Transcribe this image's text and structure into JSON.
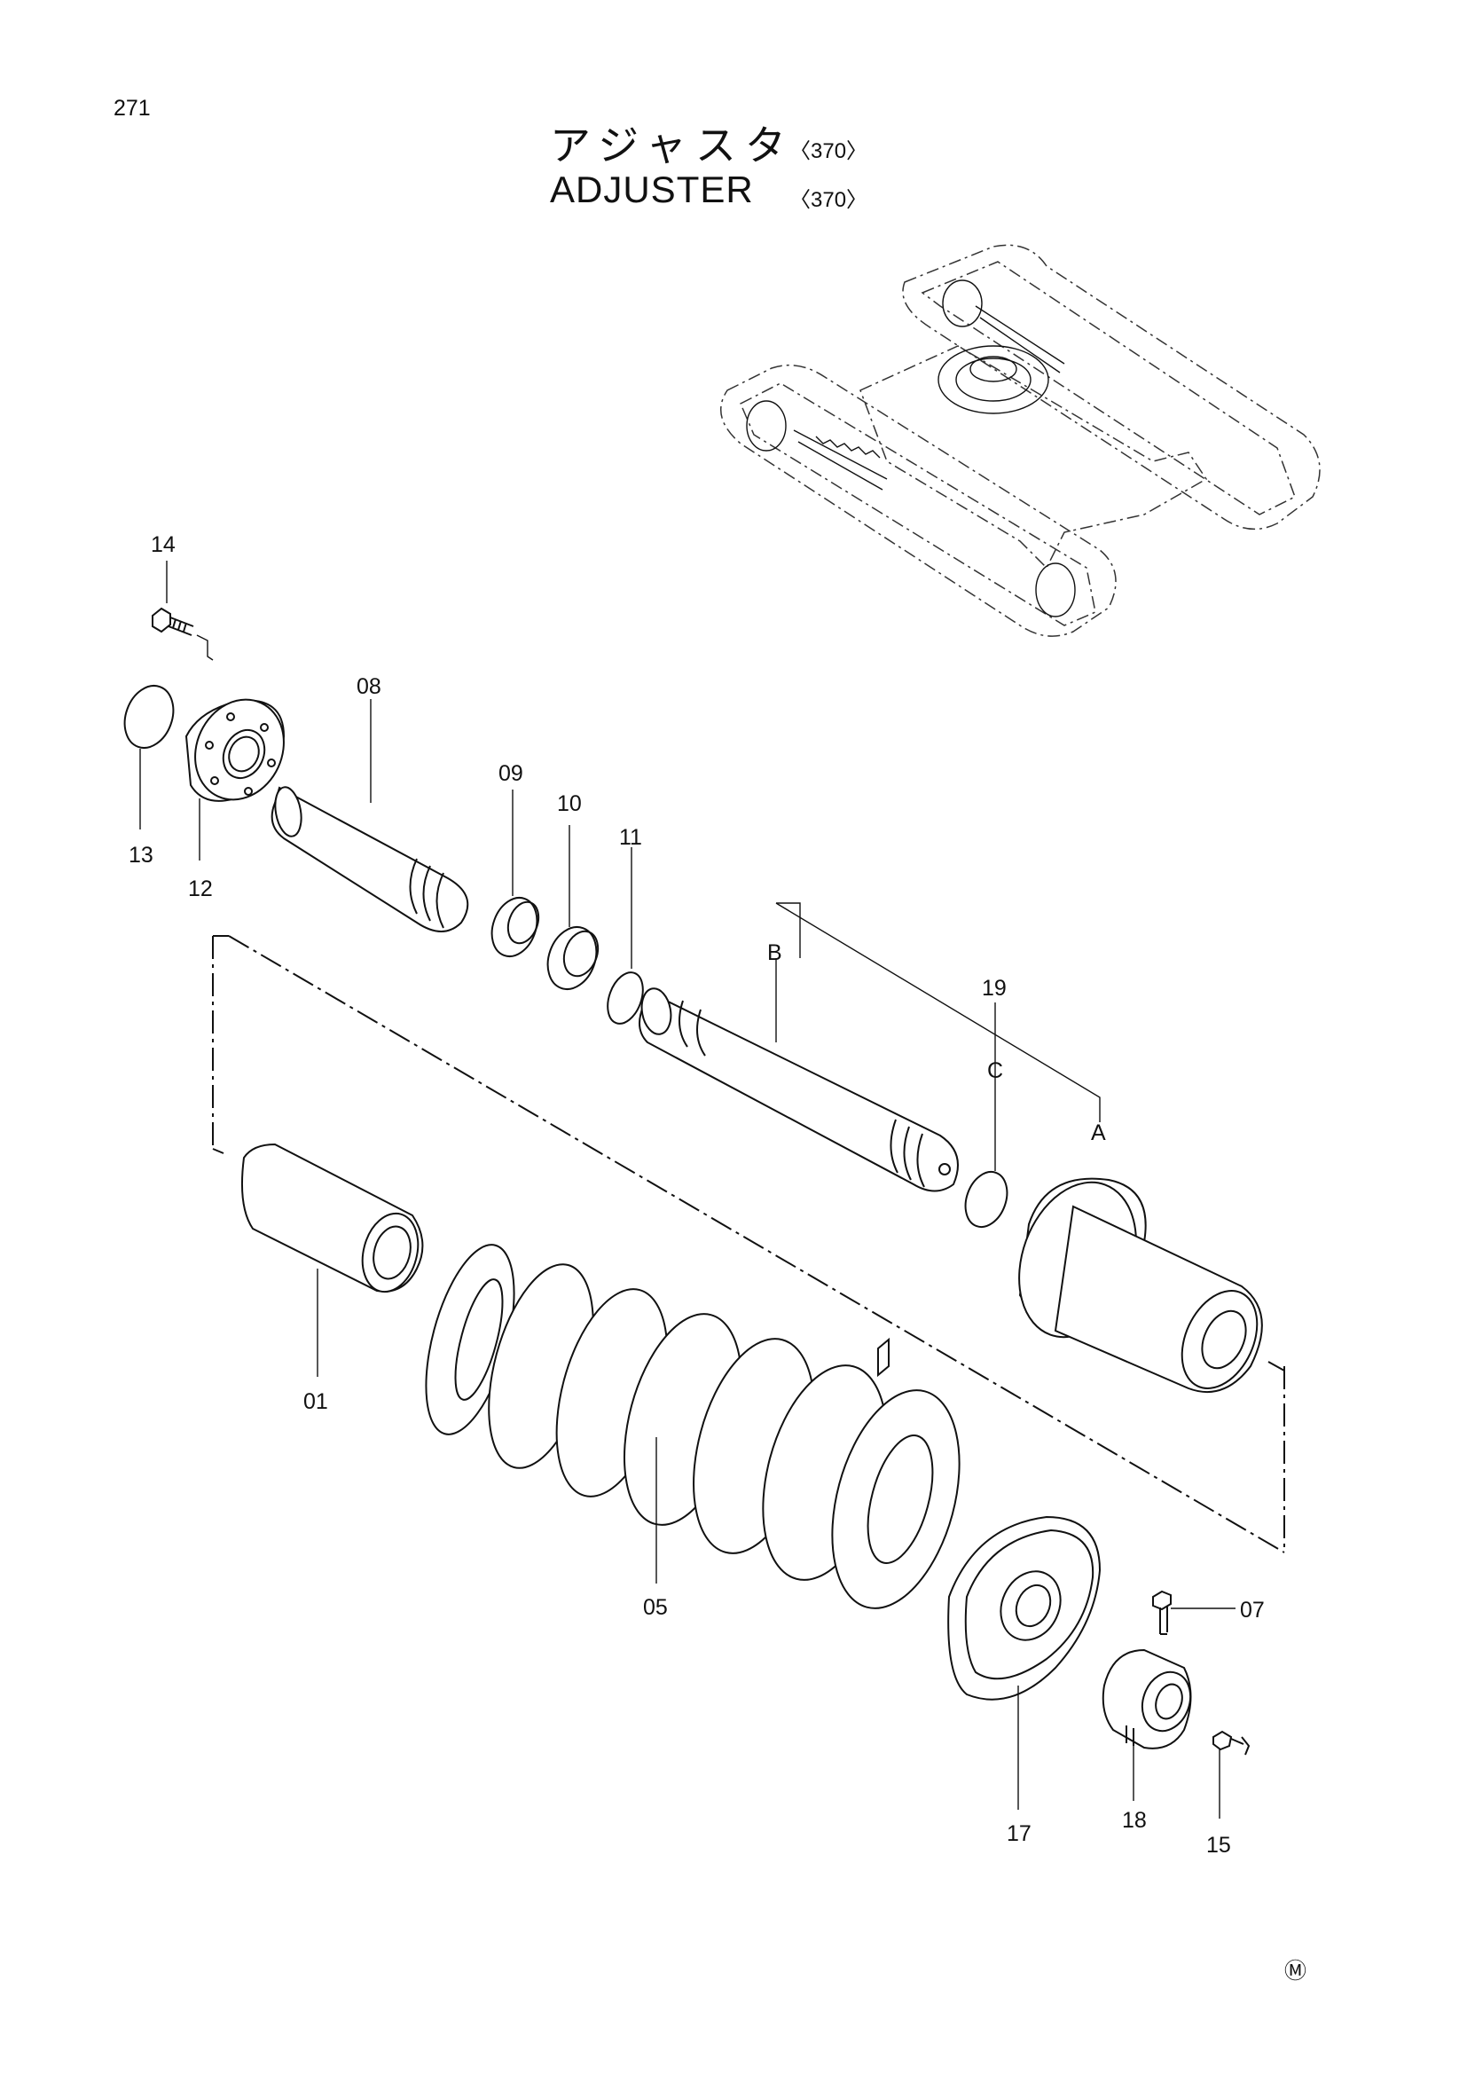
{
  "page_number": "271",
  "title": {
    "jp": "アジャスタ",
    "jp_code": "〈370〉",
    "en": "ADJUSTER",
    "en_code": "〈370〉"
  },
  "callouts": {
    "p14": "14",
    "p08": "08",
    "p13": "13",
    "p12": "12",
    "p09": "09",
    "p10": "10",
    "p11": "11",
    "B": "B",
    "p19": "19",
    "C": "C",
    "A": "A",
    "p01": "01",
    "p05": "05",
    "p07": "07",
    "p17": "17",
    "p18": "18",
    "p15": "15"
  },
  "mark": "Ⓜ"
}
